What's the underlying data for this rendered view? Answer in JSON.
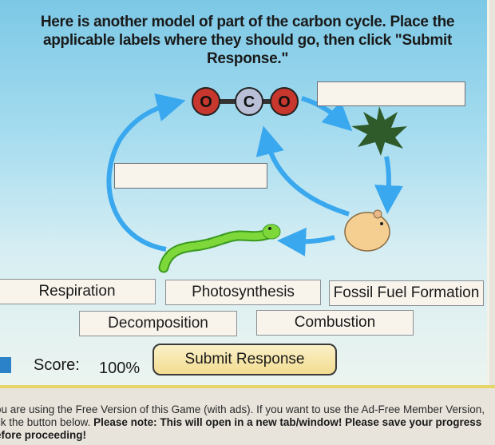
{
  "instructions": "Here is another model of part of the carbon cycle.  Place the applicable labels where they should go, then click \"Submit Response.\"",
  "molecule": {
    "atoms": [
      "O",
      "C",
      "O"
    ]
  },
  "labels": [
    "Respiration",
    "Photosynthesis",
    "Fossil Fuel Formation",
    "Decomposition",
    "Combustion"
  ],
  "score": {
    "label": "Score:",
    "value": "100%"
  },
  "submit_label": "Submit Response",
  "notice": {
    "plain": "ou are using the Free Version of this Game (with ads). If you want to use the Ad-Free Member Version, ck the button below.",
    "bold": "Please note: This will open in a new tab/window! Please save your progress efore proceeding!"
  },
  "colors": {
    "arrow": "#3aa8ee",
    "oxygen": "#c8372d",
    "carbon": "#b8bfd6",
    "submit": "#f2dc90"
  }
}
